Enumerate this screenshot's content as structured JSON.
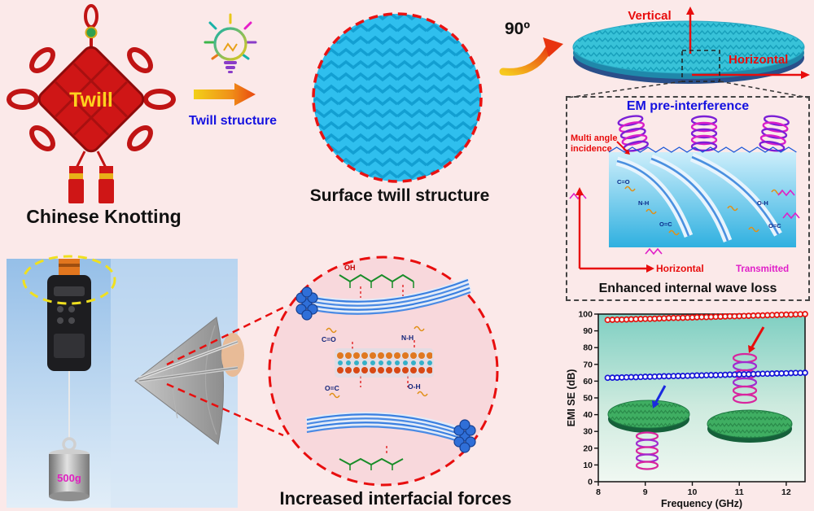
{
  "page": {
    "background": "#fbe9e9"
  },
  "knot": {
    "label": "Twill",
    "caption": "Chinese Knotting"
  },
  "idea": {
    "label": "Twill structure"
  },
  "twill_circle": {
    "caption": "Surface twill structure"
  },
  "rotation": {
    "label": "90º"
  },
  "disc": {
    "vertical": "Vertical",
    "horizontal": "Horizontal"
  },
  "em_panel": {
    "title": "EM pre-interference",
    "incidence": "Multi angle incidence",
    "horizontal": "Horizontal",
    "transmitted": "Transmitted",
    "caption": "Enhanced internal wave loss",
    "bonds": [
      "C=O",
      "N-H",
      "O=C",
      "O-H",
      "O=C"
    ]
  },
  "photo": {
    "weight": "500g"
  },
  "interfacial": {
    "caption": "Increased interfacial forces",
    "bonds": [
      "OH",
      "C=O",
      "N-H",
      "O=C",
      "O-H"
    ]
  },
  "chart_data": {
    "type": "scatter",
    "xlabel": "Frequency (GHz)",
    "ylabel": "EMI SE (dB)",
    "xlim": [
      8,
      12.4
    ],
    "ylim": [
      0,
      100
    ],
    "x_ticks": [
      8,
      9,
      10,
      11,
      12
    ],
    "y_ticks": [
      0,
      10,
      20,
      30,
      40,
      50,
      60,
      70,
      80,
      90,
      100
    ],
    "grid": false,
    "legend": false,
    "x": [
      8.2,
      8.3,
      8.4,
      8.5,
      8.6,
      8.7,
      8.8,
      8.9,
      9.0,
      9.1,
      9.2,
      9.3,
      9.4,
      9.5,
      9.6,
      9.7,
      9.8,
      9.9,
      10.0,
      10.1,
      10.2,
      10.3,
      10.4,
      10.5,
      10.6,
      10.7,
      10.8,
      10.9,
      11.0,
      11.1,
      11.2,
      11.3,
      11.4,
      11.5,
      11.6,
      11.7,
      11.8,
      11.9,
      12.0,
      12.1,
      12.2,
      12.3,
      12.4
    ],
    "series": [
      {
        "name": "red",
        "color": "#e8100c",
        "values": [
          96.5,
          96.6,
          96.7,
          96.7,
          96.8,
          96.9,
          97.0,
          97.1,
          97.2,
          97.2,
          97.3,
          97.4,
          97.5,
          97.6,
          97.7,
          97.7,
          97.8,
          97.9,
          98.0,
          98.1,
          98.2,
          98.2,
          98.3,
          98.4,
          98.5,
          98.6,
          98.7,
          98.7,
          98.8,
          98.9,
          99.0,
          99.1,
          99.2,
          99.2,
          99.3,
          99.4,
          99.5,
          99.6,
          99.7,
          99.7,
          99.8,
          99.9,
          100.0
        ]
      },
      {
        "name": "blue",
        "color": "#1513d8",
        "values": [
          62.0,
          62.1,
          62.1,
          62.2,
          62.3,
          62.4,
          62.4,
          62.5,
          62.6,
          62.6,
          62.7,
          62.8,
          62.9,
          62.9,
          63.0,
          63.1,
          63.1,
          63.2,
          63.3,
          63.4,
          63.4,
          63.5,
          63.6,
          63.6,
          63.7,
          63.8,
          63.9,
          63.9,
          64.0,
          64.1,
          64.1,
          64.2,
          64.3,
          64.4,
          64.4,
          64.5,
          64.6,
          64.6,
          64.7,
          64.8,
          64.9,
          64.9,
          65.0
        ]
      }
    ]
  }
}
